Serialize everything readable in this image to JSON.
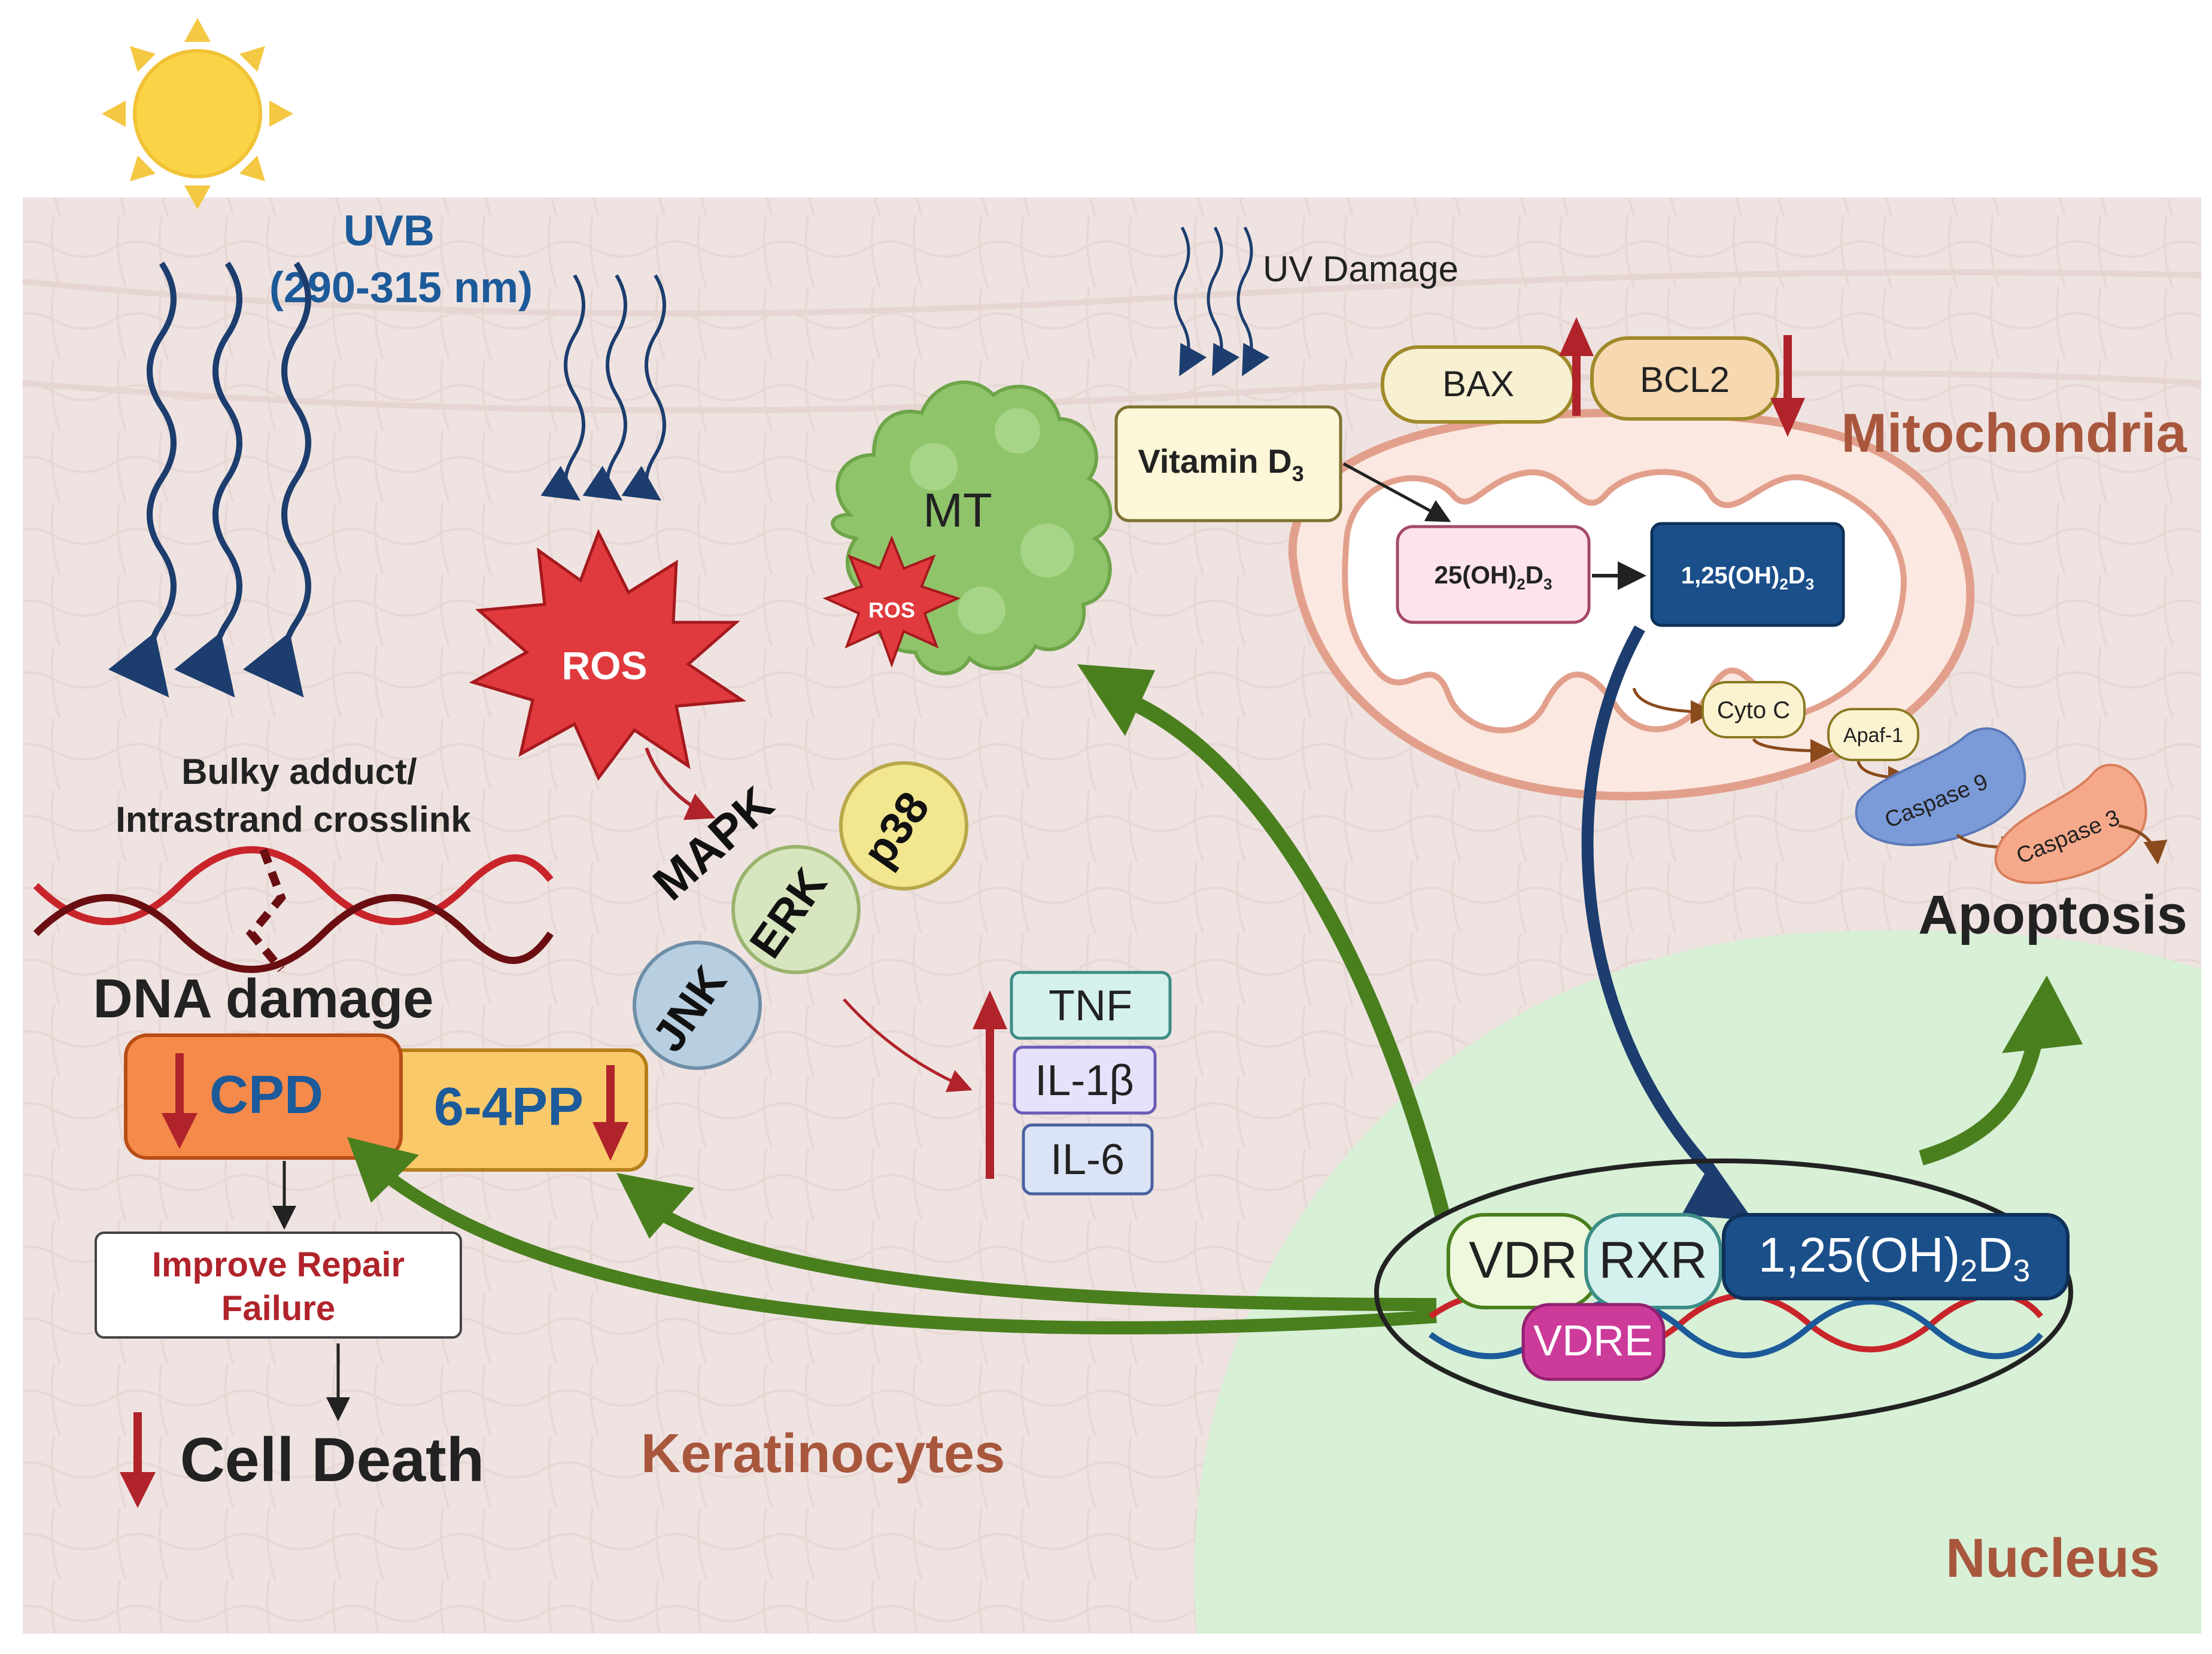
{
  "uvb": {
    "title": "UVB",
    "range": "(290-315 nm)"
  },
  "uv_damage": "UV Damage",
  "vitamin_d3": {
    "main": "Vitamin D",
    "sub": "3"
  },
  "bax": "BAX",
  "bcl2": "BCL2",
  "mitochondria": "Mitochondria",
  "d25": {
    "a": "25(OH)",
    "b": "2",
    "c": "D",
    "d": "3"
  },
  "d125": {
    "a": "1,25(OH)",
    "b": "2",
    "c": "D",
    "d": "3"
  },
  "cyto_c": "Cyto C",
  "apaf1": "Apaf-1",
  "caspase9": "Caspase 9",
  "caspase3": "Caspase 3",
  "apoptosis": "Apoptosis",
  "mt": "MT",
  "ros_small": "ROS",
  "ros_big": "ROS",
  "bulky": {
    "line1": "Bulky adduct/",
    "line2": "Intrastrand crosslink"
  },
  "dna_damage": "DNA damage",
  "cpd": "CPD",
  "pp64": "6-4PP",
  "repair": {
    "line1": "Improve Repair",
    "line2": "Failure"
  },
  "cell_death": "Cell Death",
  "keratinocytes": "Keratinocytes",
  "mapk": "MAPK",
  "jnk": "JNK",
  "erk": "ERK",
  "p38": "p38",
  "tnf": "TNF",
  "il1b": "IL-1β",
  "il6": "IL-6",
  "vdr": "VDR",
  "rxr": "RXR",
  "complex": {
    "a": "1,25(OH)",
    "b": "2",
    "c": "D",
    "d": "3"
  },
  "vdre": "VDRE",
  "nucleus": "Nucleus",
  "colors": {
    "navy": "#1c3d6e",
    "green_arrow": "#4a7f1e",
    "red": "#b0232a",
    "brown": "#a8573d",
    "nucleus_bg": "#d8f0d6",
    "skin_bg": "#efe3e1"
  }
}
